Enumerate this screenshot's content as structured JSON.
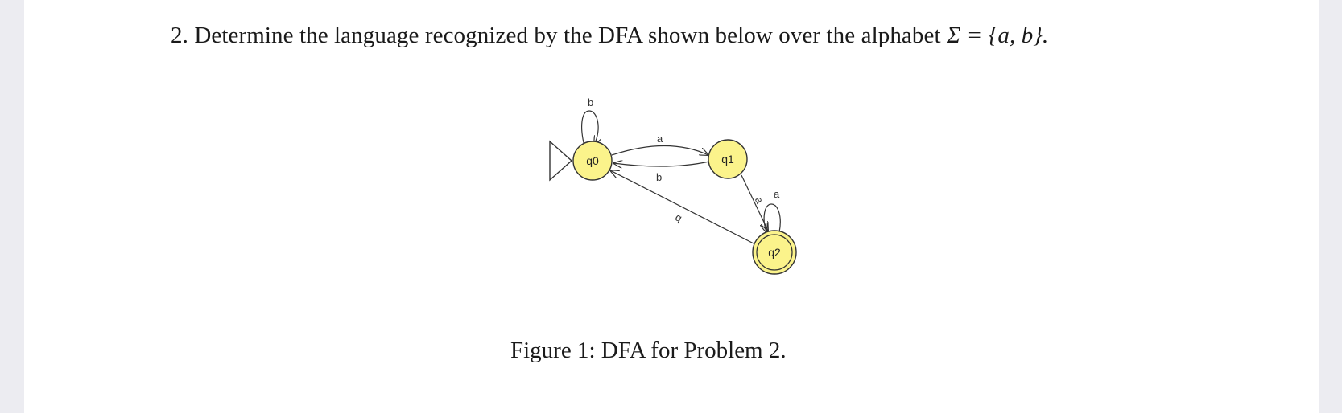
{
  "problem": {
    "number": "2.",
    "text": "Determine the language recognized by the DFA shown below over the alphabet",
    "alphabet_expr": "Σ = {a, b}."
  },
  "caption": "Figure 1: DFA for Problem 2.",
  "dfa": {
    "states": [
      {
        "id": "q0",
        "label": "q0",
        "start": true,
        "accept": false
      },
      {
        "id": "q1",
        "label": "q1",
        "start": false,
        "accept": false
      },
      {
        "id": "q2",
        "label": "q2",
        "start": false,
        "accept": true
      }
    ],
    "transitions": [
      {
        "from": "q0",
        "to": "q0",
        "symbol": "b"
      },
      {
        "from": "q0",
        "to": "q1",
        "symbol": "a"
      },
      {
        "from": "q1",
        "to": "q0",
        "symbol": "b"
      },
      {
        "from": "q1",
        "to": "q2",
        "symbol": "a"
      },
      {
        "from": "q2",
        "to": "q2",
        "symbol": "a"
      },
      {
        "from": "q2",
        "to": "q0",
        "symbol": "b"
      }
    ],
    "state_fill": "#fbf38b",
    "edge_color": "#333333"
  }
}
